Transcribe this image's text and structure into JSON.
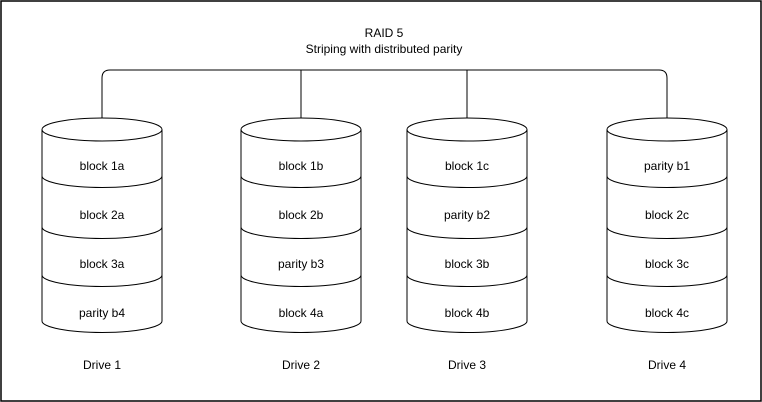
{
  "diagram": {
    "title": "RAID 5",
    "subtitle": "Striping with distributed parity"
  },
  "drives": [
    {
      "name": "Drive 1",
      "blocks": [
        "block 1a",
        "block 2a",
        "block 3a",
        "parity b4"
      ]
    },
    {
      "name": "Drive 2",
      "blocks": [
        "block 1b",
        "block 2b",
        "parity b3",
        "block 4a"
      ]
    },
    {
      "name": "Drive 3",
      "blocks": [
        "block 1c",
        "parity b2",
        "block 3b",
        "block 4b"
      ]
    },
    {
      "name": "Drive 4",
      "blocks": [
        "parity b1",
        "block 2c",
        "block 3c",
        "block 4c"
      ]
    }
  ],
  "colors": {
    "stroke": "#000000",
    "background": "#ffffff",
    "text": "#000000"
  }
}
